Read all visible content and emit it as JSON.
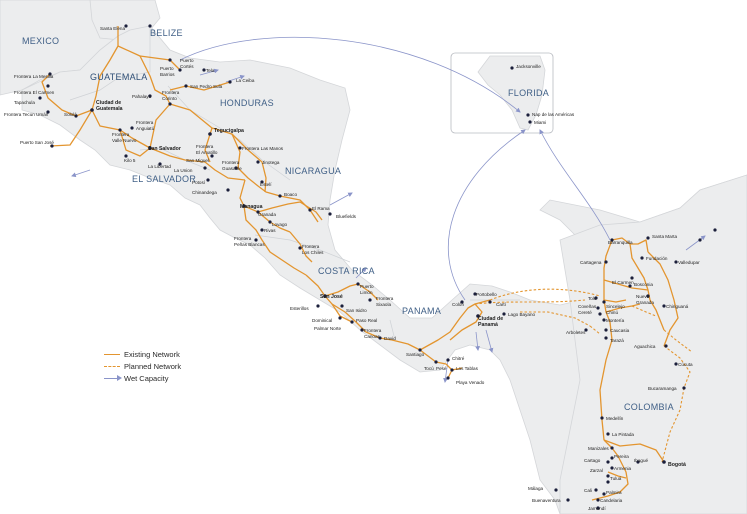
{
  "colors": {
    "land": "#ecedee",
    "land_border": "#d4d6d9",
    "existing": "#e3952f",
    "planned": "#e3952f",
    "wet": "#8a94c9",
    "node": "#1b1f3b",
    "country_label": "#3f5f86"
  },
  "countries": {
    "mexico": "MEXICO",
    "belize": "BELIZE",
    "guatemala": "GUATEMALA",
    "honduras": "HONDURAS",
    "el_salvador": "EL SALVADOR",
    "nicaragua": "NICARAGUA",
    "costa_rica": "COSTA RICA",
    "panama": "PANAMA",
    "florida": "FLORIDA",
    "colombia": "COLOMBIA"
  },
  "cities": {
    "santa_elena": "Santa Elena",
    "frontera_la_mesilla": "Frontera La Mesilla",
    "frontera_el_carmen": "Frontera El Carmen",
    "tapachula": "Tapachula",
    "frontera_tecun_uman": "Frontera Tecun Umán",
    "ciudad_de_guatemala_1": "Ciudad de",
    "ciudad_de_guatemala_2": "Guatemala",
    "solola": "Sololá",
    "puerto_san_jose": "Puerto San José",
    "frontera_valle_nuevo_1": "Frontera",
    "frontera_valle_nuevo_2": "Valle Nuevo",
    "frontera_anguiatu_1": "Frontera",
    "frontera_anguiatu_2": "Anguiatú",
    "puerto_barrios_1": "Puerto",
    "puerto_barrios_2": "Barrios",
    "puerto_cortes_1": "Puerto",
    "puerto_cortes_2": "Cortés",
    "tela": "Tela",
    "la_ceiba": "La Ceiba",
    "san_pedro_sula": "San Pedro Sula",
    "frontera_corinto_1": "Frontera",
    "frontera_corinto_2": "Corinto",
    "pahalaya": "Pahalaya",
    "san_salvador": "San Salvador",
    "kilo_5": "Kilo 5",
    "la_libertad": "La Libertad",
    "tegucigalpa": "Tegucigalpa",
    "frontera_las_manos": "Frontera Las Manos",
    "frontera_el_amatillo_1": "Frontera",
    "frontera_el_amatillo_2": "El Amatillo",
    "san_miguel": "San Miguel",
    "la_union": "La Union",
    "potosi": "Potosí",
    "frontera_guasaule_1": "Frontera",
    "frontera_guasaule_2": "Guasaule",
    "jinotega": "Jinotega",
    "esteli": "Estelí",
    "chinandega": "Chinandega",
    "boaco": "Boaco",
    "managua": "Managua",
    "granada": "Granada",
    "lovago": "Lovago",
    "el_rama": "El Rama",
    "bluefields": "Bluefields",
    "rivas": "Rivas",
    "frontera_penas_blancas_1": "Frontera",
    "frontera_penas_blancas_2": "Peñas Blancas",
    "frontera_los_chiles_1": "Frontera",
    "frontera_los_chiles_2": "Los Chiles",
    "puerto_limon_1": "Puerto",
    "puerto_limon_2": "Limón",
    "san_jose": "San José",
    "frontera_sixaola_1": "Frontera",
    "frontera_sixaola_2": "Sixaola",
    "esterillos": "Esterillos",
    "san_isidro": "San Isidro",
    "dominical": "Dominical",
    "paso_real": "Paso Real",
    "palmar_norte": "Palmar Norte",
    "frontera_canoas_1": "Frontera",
    "frontera_canoas_2": "Canoas",
    "david": "David",
    "santiago": "Santiago",
    "chitre": "Chitré",
    "pese": "Pesé",
    "las_tablas": "Las Tablas",
    "playa_venado": "Playa Venado",
    "tocu": "Tocú",
    "colon": "Colón",
    "portobelo": "Portobello",
    "carti": "Cartí",
    "ciudad_de_panama_1": "Ciudad de",
    "ciudad_de_panama_2": "Panamá",
    "lago_bayano": "Lago Bayano",
    "jacksonville": "Jacksonville",
    "nap_de_las_americas": "Nap de las Américas",
    "miami": "Miami",
    "barranquilla": "Barranquilla",
    "santa_marta": "Santa Marta",
    "cartagena": "Cartagena",
    "fundacion": "Fundación",
    "valledupar": "Valledupar",
    "el_carmen": "El Carmen",
    "bosconia": "Bosconia",
    "tolu": "Tolú",
    "covenas": "Coveñas",
    "sincelejo": "Sincelejo",
    "chinu": "Chinú",
    "montería": "Montería",
    "cerete": "Cereté",
    "nueva_granada_1": "Nueva",
    "nueva_granada_2": "Granada",
    "chiriguana": "Chiriguaná",
    "arboletes": "Arboletes",
    "caucasia": "Caucasia",
    "taraza": "Tarazá",
    "aguachica": "Aguachica",
    "cucuta": "Cúcuta",
    "bucaramanga": "Bucaramanga",
    "medellin": "Medellín",
    "la_pintada": "La Pintada",
    "manizales": "Manizales",
    "pereira": "Pereira",
    "cartago": "Cartago",
    "armenia": "Armenia",
    "ibague": "Ibagué",
    "bogota": "Bogotá",
    "zarzal": "Zarzal",
    "tulua": "Tuluá",
    "cali": "Cali",
    "palmira": "Palmira",
    "malaga": "Málaga",
    "buenaventura": "Buenaventura",
    "candelaria": "Candelaria",
    "jamundi": "Jamundí"
  },
  "legend": {
    "existing": "Existing Network",
    "planned": "Planned Network",
    "wet": "Wet Capacity"
  }
}
